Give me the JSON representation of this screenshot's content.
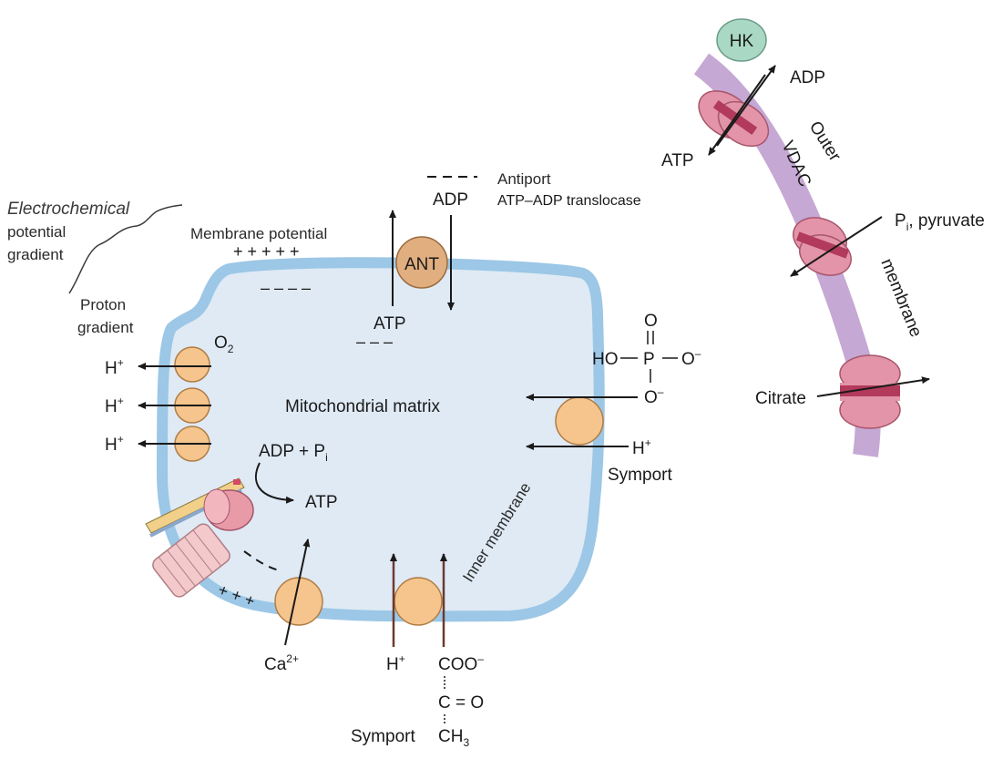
{
  "colors": {
    "matrix_fill": "#dfeaf5",
    "inner_membrane": "#9cc7e6",
    "outer_membrane": "#c6a8d4",
    "porin": "#e394a8",
    "porin_dark": "#b23a5a",
    "transporter": "#f6c48d",
    "ant": "#e0ae7f",
    "hk": "#a9d9c5"
  },
  "labels": {
    "electrochemical_1": "Electrochemical",
    "electrochemical_2": "potential",
    "electrochemical_3": "gradient",
    "membrane_potential": "Membrane potential",
    "plus_row": "+ + + + +",
    "minus_row": "– – – –",
    "proton_1": "Proton",
    "proton_2": "gradient",
    "o2_main": "O",
    "o2_sub": "2",
    "h_plus_1": "H",
    "h_plus_2": "H",
    "h_plus_3": "H",
    "plus_sup": "+",
    "matrix": "Mitochondrial matrix",
    "adp_pi_main": "ADP + P",
    "adp_pi_sub": "i",
    "atp_synth": "ATP",
    "minus_ca": "– –",
    "plus_ca": "+ + +",
    "ca_main": "Ca",
    "ca_sup": "2+",
    "inner_membrane": "Inner membrane",
    "h_pyr": "H",
    "coo": "COO",
    "coo_sup": "–",
    "c_eq_o": "C = O",
    "ch3_main": "CH",
    "ch3_sub": "3",
    "symport_bottom": "Symport",
    "phos_o_top": "O",
    "phos_ho": "HO",
    "phos_p": "P",
    "phos_o_right": "O",
    "phos_o_bottom": "O",
    "h_phos": "H",
    "symport_right": "Symport",
    "ant_label": "ANT",
    "ant_dash": "– – –",
    "ant_adp": "ADP",
    "ant_atp": "ATP",
    "antiport": "Antiport",
    "translocase": "ATP–ADP translocase",
    "hk": "HK",
    "adp_outer": "ADP",
    "atp_outer": "ATP",
    "outer": "Outer",
    "vdac": "VDAC",
    "pi_main": "P",
    "pi_sub": "i",
    "pi_rest": ", pyruvate",
    "membrane": "membrane",
    "citrate": "Citrate"
  }
}
